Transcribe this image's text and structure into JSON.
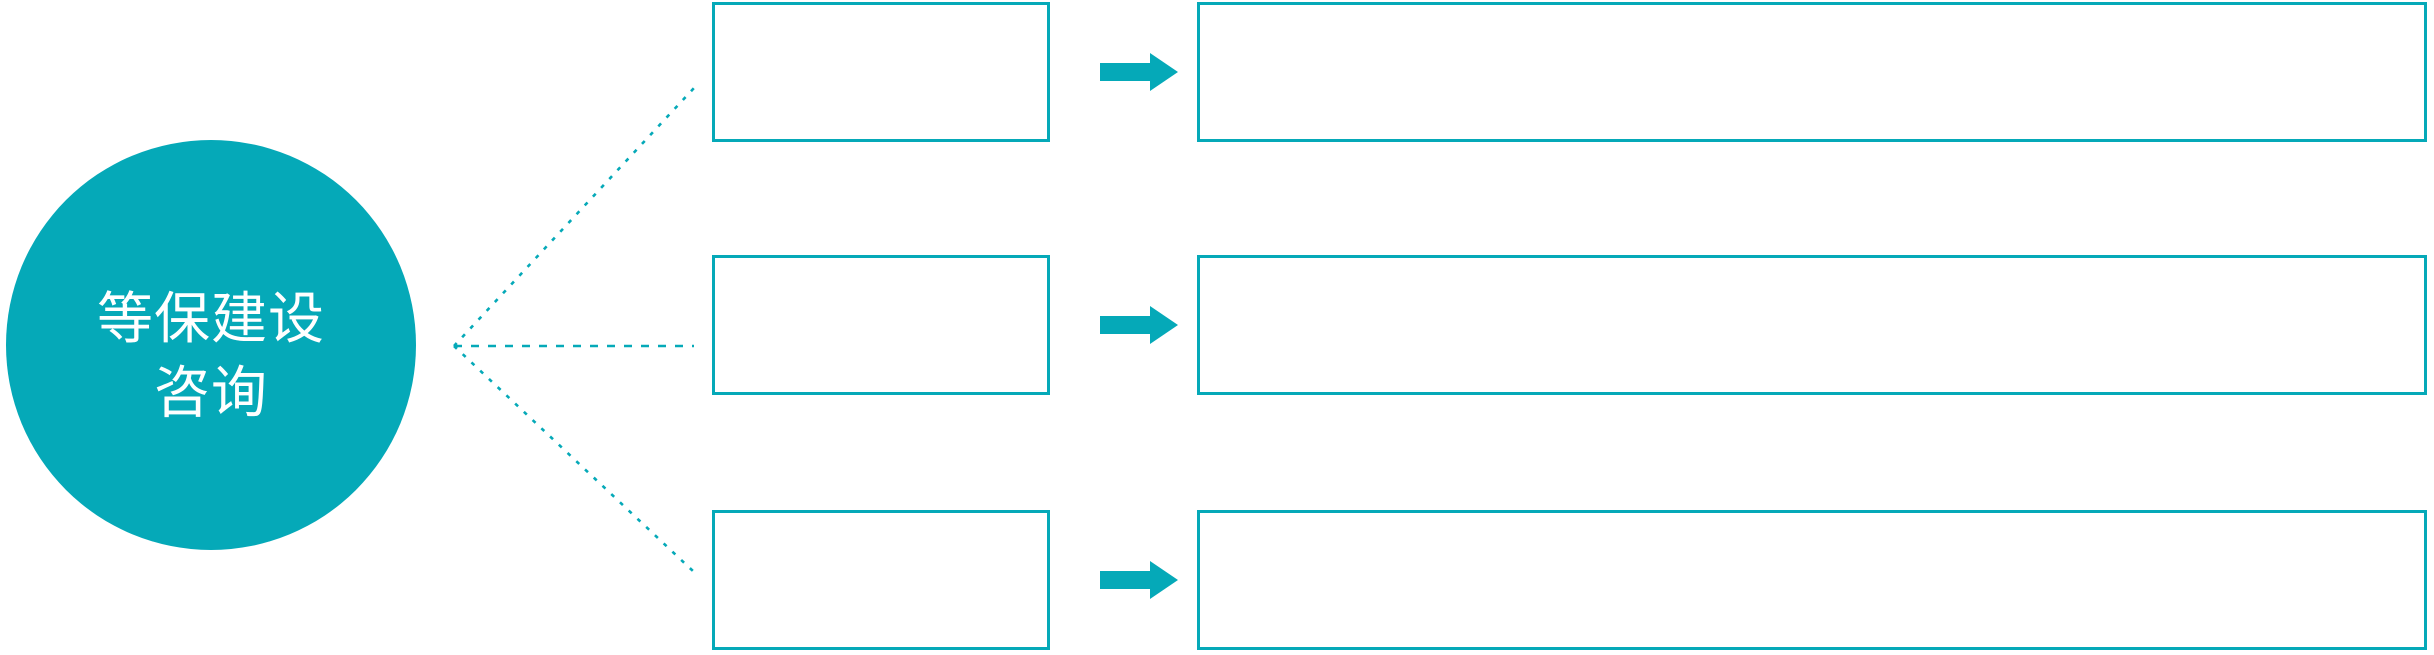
{
  "colors": {
    "accent": "#05A9B8",
    "background": "#FFFFFF",
    "circle_text": "#FFFFFF"
  },
  "circle": {
    "label_line1": "等保建设",
    "label_line2": "咨询",
    "full_label": "等保建设咨询"
  },
  "branches": [
    {
      "small_box_label": "",
      "large_box_label": ""
    },
    {
      "small_box_label": "",
      "large_box_label": ""
    },
    {
      "small_box_label": "",
      "large_box_label": ""
    }
  ],
  "icons": {
    "arrow_right": "arrow-right-icon",
    "connector_style": "dotted-line"
  }
}
